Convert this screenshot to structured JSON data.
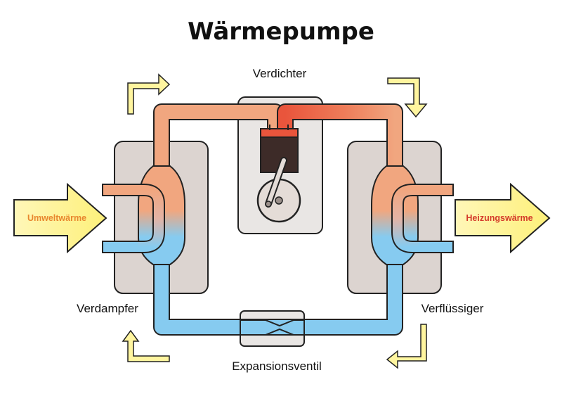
{
  "title": "Wärmepumpe",
  "labels": {
    "compressor": "Verdichter",
    "evaporator": "Verdampfer",
    "condenser": "Verflüssiger",
    "expansion_valve": "Expansionsventil",
    "ambient_heat": "Umweltwärme",
    "heating_heat": "Heizungswärme"
  },
  "colors": {
    "cold_pipe": "#86cbf0",
    "warm_pipe": "#f1a67f",
    "hot_pipe": "#e9553c",
    "housing": "#dcd4d0",
    "arrow_fill": "#fff59f",
    "ambient_text": "#e8862d",
    "heating_text": "#d43a2a"
  }
}
